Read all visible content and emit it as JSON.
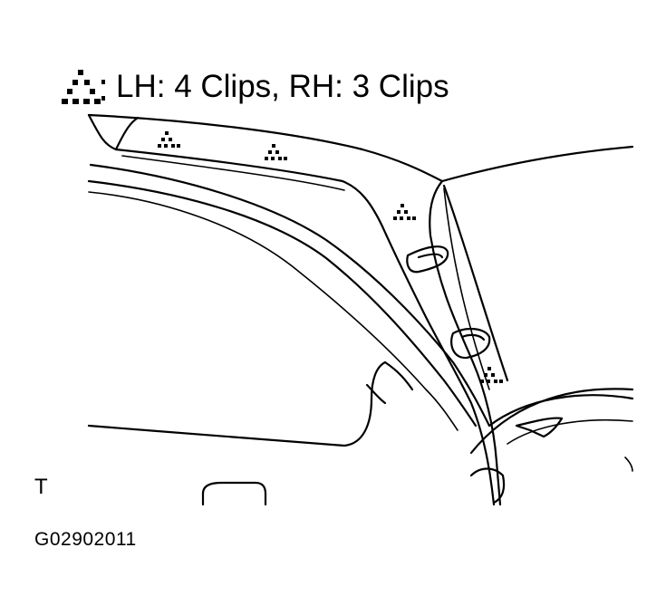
{
  "legend": {
    "symbol_icon": "dotted-triangle-icon",
    "text": "LH: 4 Clips, RH: 3 Clips"
  },
  "view_code": "T",
  "figure_id": "G02902011",
  "colors": {
    "line": "#000000",
    "background": "#ffffff"
  }
}
